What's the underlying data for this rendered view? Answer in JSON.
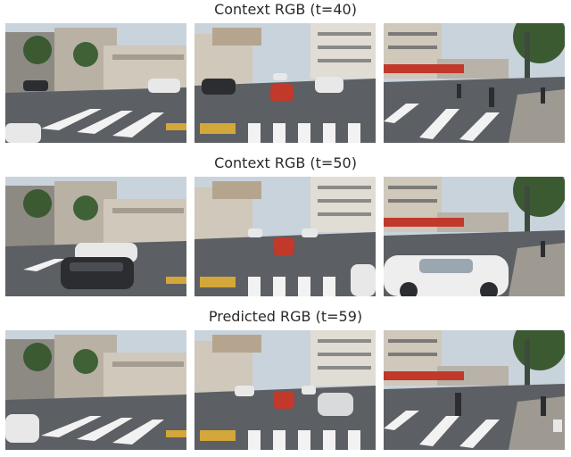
{
  "sections": [
    {
      "title": "Context RGB (t=40)",
      "frames": [
        {
          "view": "left-camera",
          "description": ""
        },
        {
          "view": "front-camera",
          "description": ""
        },
        {
          "view": "right-camera",
          "description": ""
        }
      ]
    },
    {
      "title": "Context RGB (t=50)",
      "frames": [
        {
          "view": "left-camera",
          "description": ""
        },
        {
          "view": "front-camera",
          "description": ""
        },
        {
          "view": "right-camera",
          "description": ""
        }
      ]
    },
    {
      "title": "Predicted RGB (t=59)",
      "frames": [
        {
          "view": "left-camera",
          "description": ""
        },
        {
          "view": "front-camera",
          "description": ""
        },
        {
          "view": "right-camera",
          "description": ""
        }
      ]
    }
  ],
  "colors": {
    "sky": "#c9d3dc",
    "road": "#5c5f63",
    "building_light": "#cfc8bb",
    "building_dark": "#7b7a78",
    "tree": "#3b5a32",
    "crosswalk": "#f2f2f2",
    "car_red": "#c0392b",
    "car_white": "#e8e8e8",
    "car_dark": "#2b2d30",
    "curb_yellow": "#d4a73a"
  }
}
